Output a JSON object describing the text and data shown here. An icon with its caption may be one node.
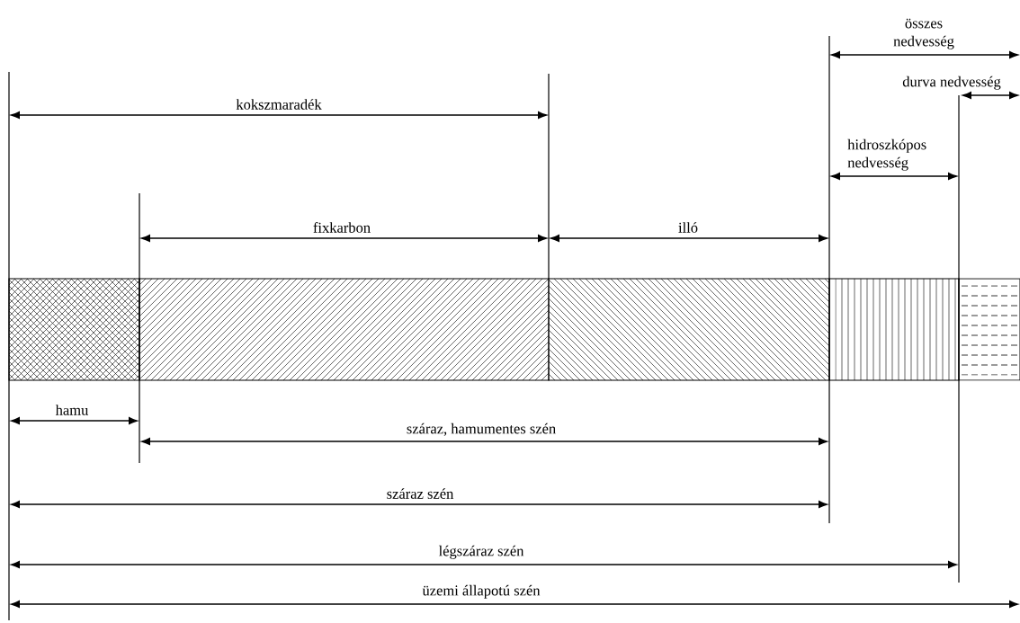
{
  "diagram": {
    "labels": [
      "összes nedvesség",
      "durva nedvesség",
      "kokszmaradék",
      "hidroszkópos nedvesség",
      "fixkarbon",
      "illó",
      "hamu",
      "száraz, hamumentes szén",
      "száraz szén",
      "légszáraz szén",
      "üzemi állapotú szén"
    ]
  }
}
